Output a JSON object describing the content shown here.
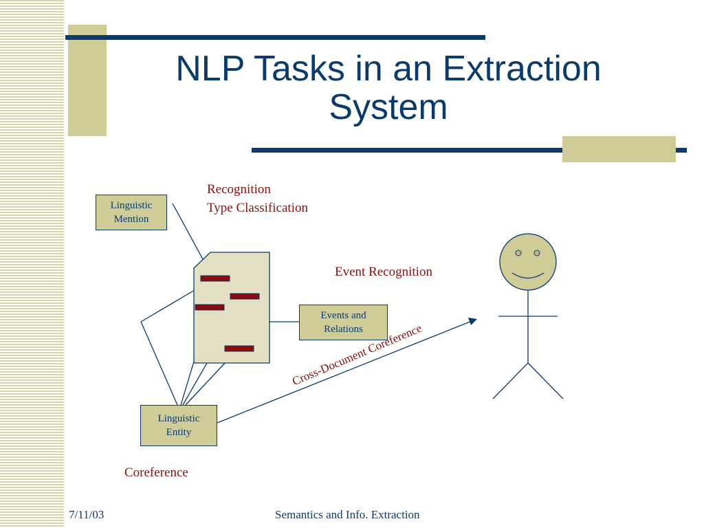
{
  "slide": {
    "title_line1": "NLP Tasks in an Extraction",
    "title_line2": "System"
  },
  "diagram": {
    "boxes": {
      "linguistic_mention": [
        "Linguistic",
        "Mention"
      ],
      "events_relations": [
        "Events and",
        "Relations"
      ],
      "linguistic_entity": [
        "Linguistic",
        "Entity"
      ]
    },
    "labels": {
      "recognition": "Recognition",
      "type_classification": "Type Classification",
      "event_recognition": "Event Recognition",
      "cross_doc": "Cross-Document Coreference",
      "coreference": "Coreference"
    }
  },
  "footer": {
    "date": "7/11/03",
    "course": "Semantics and Info. Extraction"
  },
  "colors": {
    "navy": "#0b3b6b",
    "khaki": "#cfcc97",
    "document_fill": "#e3e0c4",
    "marker_red": "#8b0a0a",
    "label_red": "#8b1010"
  }
}
